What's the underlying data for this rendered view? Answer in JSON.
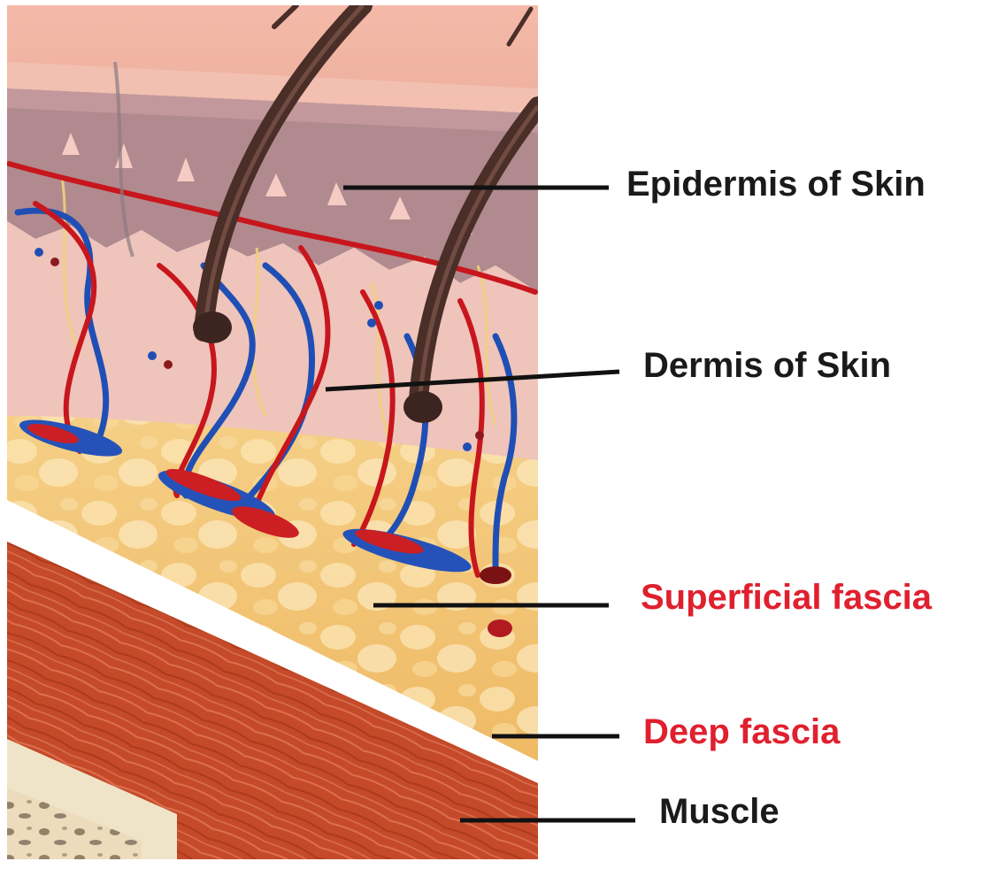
{
  "labels": {
    "epidermis": "Epidermis of Skin",
    "dermis": "Dermis of Skin",
    "superficial_fascia": "Superficial fascia",
    "deep_fascia": "Deep fascia",
    "muscle": "Muscle"
  },
  "colors": {
    "label_dark": "#1a1a1a",
    "label_red": "#e0202e",
    "leader_line": "#111111",
    "artery": "#c8161d",
    "vein": "#1f4fb4",
    "epidermis": "#b88e93",
    "dermis": "#f0c3ba",
    "fat": "#f2c36e",
    "muscle": "#c6482a",
    "hair": "#4a2e28"
  }
}
